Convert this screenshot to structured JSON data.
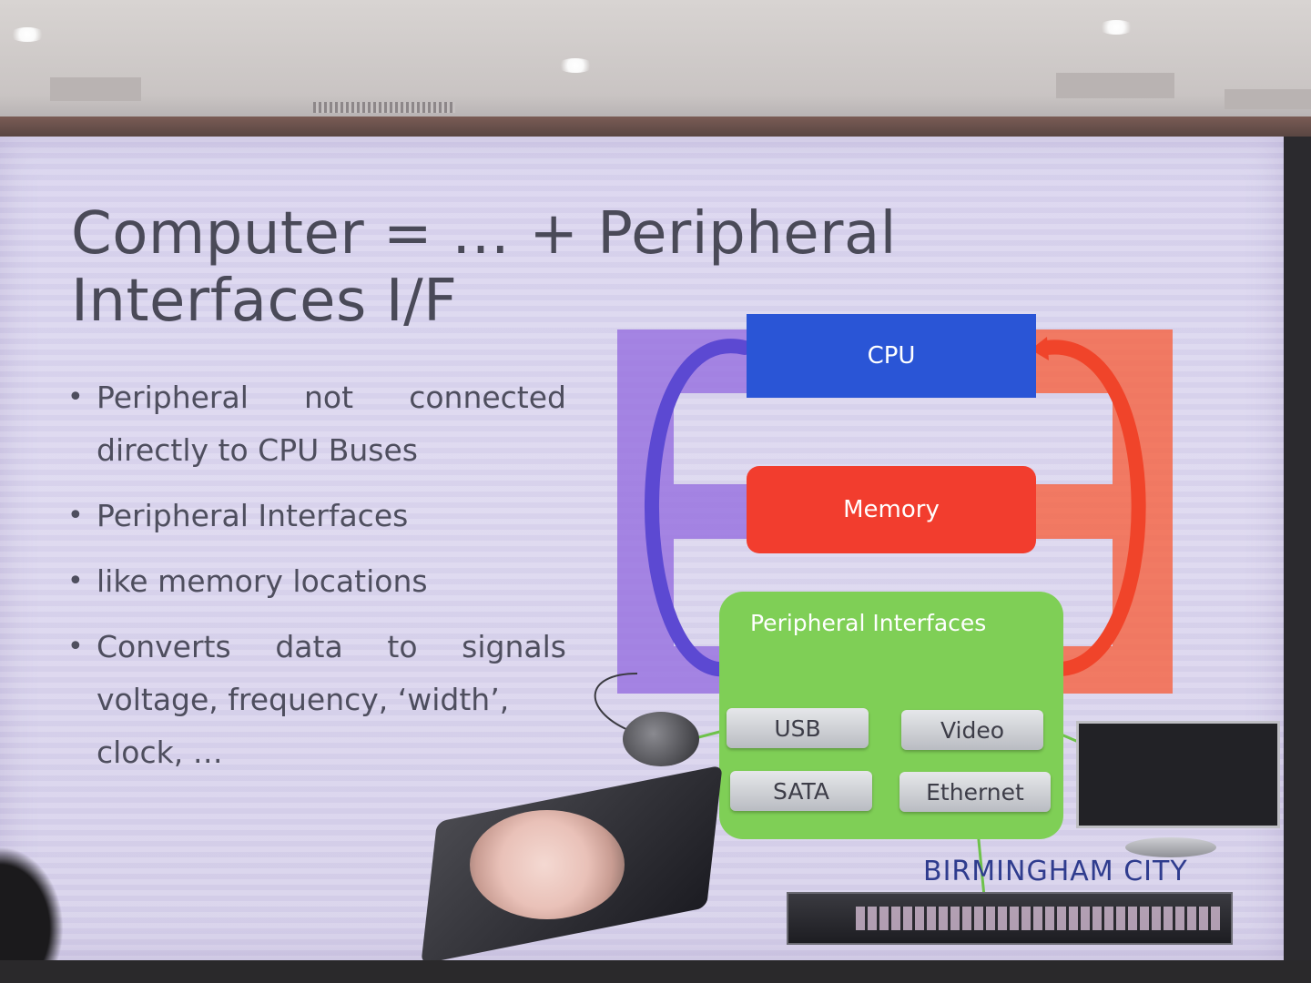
{
  "slide": {
    "title_line1": "Computer = … + Peripheral",
    "title_line2": "Interfaces I/F",
    "bullets": [
      {
        "line1": "Peripheral not connected",
        "line2": "directly to CPU Buses"
      },
      {
        "line1": "Peripheral Interfaces"
      },
      {
        "line1": "like memory locations"
      },
      {
        "line1": "Converts data to signals",
        "line2": "voltage, frequency, ‘width’,",
        "line3": "clock, …"
      }
    ],
    "bullet_glyph": "•"
  },
  "diagram": {
    "cpu_label": "CPU",
    "memory_label": "Memory",
    "peripheral_label": "Peripheral Interfaces",
    "interfaces": [
      "USB",
      "Video",
      "SATA",
      "Ethernet"
    ],
    "colors": {
      "cpu": "#2a55d6",
      "memory": "#f23d2e",
      "peripheral": "#7fcf56",
      "left_bus": "#9a74e0",
      "right_bus": "#f4694a",
      "connector_arrow": "#6ec24a"
    }
  },
  "logo": {
    "text": "BIRMINGHAM CITY"
  }
}
